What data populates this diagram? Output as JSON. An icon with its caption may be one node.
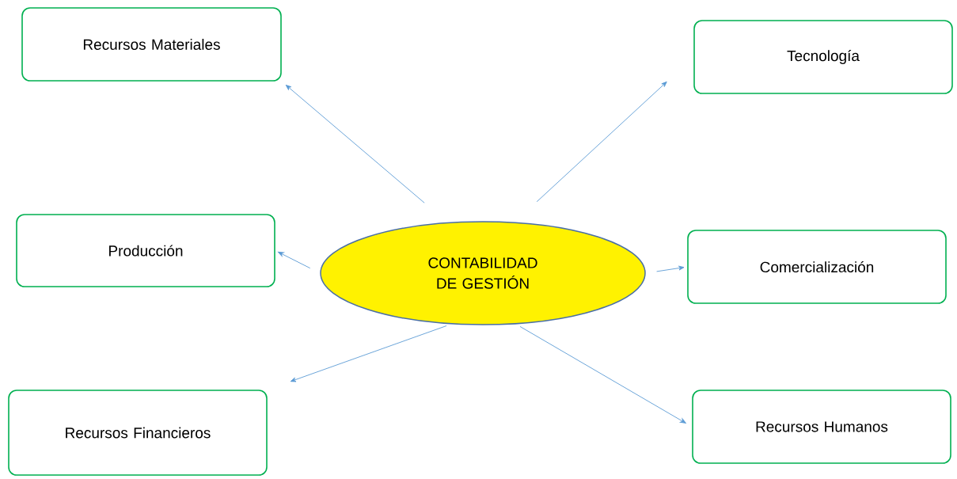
{
  "diagram": {
    "nodes": [
      {
        "text": [
          "CONTABILIDAD DE GESTIÓN"
        ]
      },
      {
        "text": [
          "Recursos Materiales"
        ]
      },
      {
        "text": [
          "Tecnología"
        ]
      },
      {
        "text": [
          "Producción"
        ]
      },
      {
        "text": [
          "Comercialización"
        ]
      },
      {
        "text": [
          "Recursos Financieros"
        ]
      },
      {
        "text": [
          "Recursos Humanos"
        ]
      }
    ],
    "edges": [
      {
        "from": 0,
        "to": 1,
        "arrow": "to"
      },
      {
        "from": 0,
        "to": 2,
        "arrow": "to"
      },
      {
        "from": 0,
        "to": 3,
        "arrow": "to"
      },
      {
        "from": 0,
        "to": 4,
        "arrow": "to"
      },
      {
        "from": 0,
        "to": 5,
        "arrow": "to"
      },
      {
        "from": 0,
        "to": 6,
        "arrow": "to"
      }
    ]
  }
}
